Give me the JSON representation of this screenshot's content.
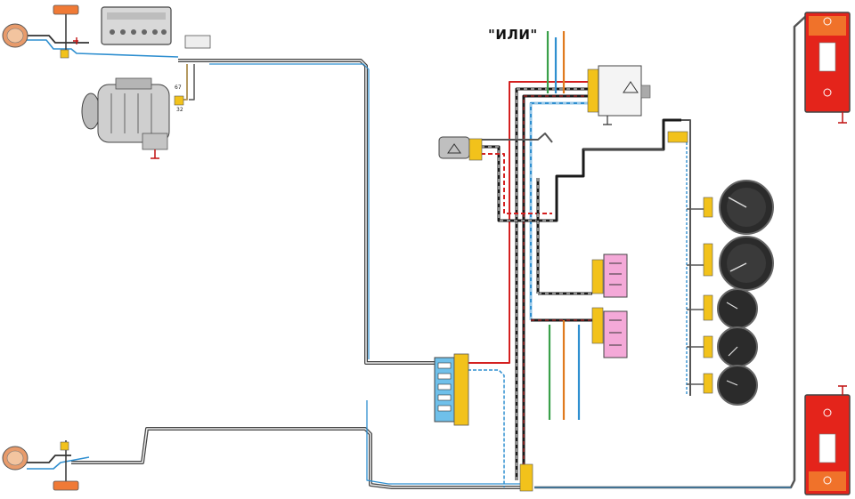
{
  "diagram": {
    "alt_label": "\"ИЛИ\"",
    "generator_pins": [
      "67",
      "32"
    ],
    "colors": {
      "blue": "#2f8fd0",
      "orange": "#e07a1f",
      "green": "#3aa04a",
      "red": "#d42020",
      "connector_yellow": "#f2c21b",
      "block_blue": "#6fc0ea",
      "switch_pink": "#f4a9d8",
      "lamp_red": "#e4241b",
      "lamp_orange": "#f0722a",
      "wire_gray": "#8a8a8a",
      "wire_black": "#1a1a1a"
    },
    "components": [
      "front-left-turn-lamp",
      "battery",
      "generator",
      "hazard-switch",
      "flasher-relay",
      "fuse-block",
      "light-switch",
      "turn-signal-switch",
      "instrument-gauges",
      "rear-right-lamp",
      "rear-left-lamp",
      "front-right-turn-lamp"
    ]
  }
}
